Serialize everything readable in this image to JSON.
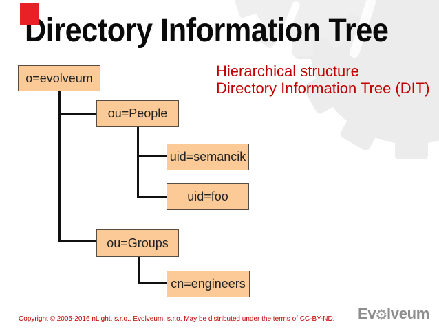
{
  "slide": {
    "title": "Directory Information Tree"
  },
  "annotation": {
    "lines": [
      "Hierarchical structure",
      "Directory Information Tree (DIT)"
    ],
    "color": "#c00000"
  },
  "tree": {
    "nodes": [
      {
        "id": "o-evolveum",
        "label": "o=evolveum",
        "parent": null
      },
      {
        "id": "ou-people",
        "label": "ou=People",
        "parent": "o-evolveum"
      },
      {
        "id": "uid-semancik",
        "label": "uid=semancik",
        "parent": "ou-people"
      },
      {
        "id": "uid-foo",
        "label": "uid=foo",
        "parent": "ou-people"
      },
      {
        "id": "ou-groups",
        "label": "ou=Groups",
        "parent": "o-evolveum"
      },
      {
        "id": "cn-engineers",
        "label": "cn=engineers",
        "parent": "ou-groups"
      }
    ],
    "node_fill": "#fbca96",
    "node_border": "#574c42",
    "connector_color": "#101010"
  },
  "footer": {
    "copyright": "Copyright © 2005-2016 nLight, s.r.o., Evolveum, s.r.o. May be distributed under the terms of CC-BY-ND."
  },
  "logo": {
    "pre": "Ev",
    "gear_glyph": "⚙",
    "post": "lveum",
    "color": "#8d8d8d"
  },
  "marker": {
    "color": "#e82127"
  },
  "watermark": {
    "color": "#ececec"
  }
}
